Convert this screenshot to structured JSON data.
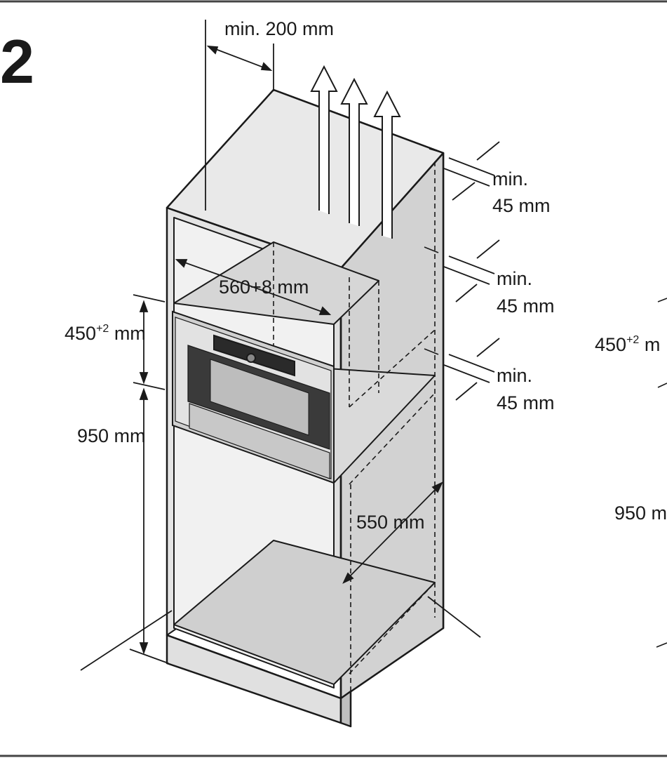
{
  "figure_number": "2",
  "labels": {
    "top_clearance": "min. 200 mm",
    "vent_gap_1_a": "min.",
    "vent_gap_1_b": "45 mm",
    "vent_gap_2_a": "min.",
    "vent_gap_2_b": "45 mm",
    "vent_gap_3_a": "min.",
    "vent_gap_3_b": "45 mm",
    "niche_width": "560+8 mm",
    "niche_height_base": "450",
    "niche_height_sup": "+2",
    "niche_height_unit": " mm",
    "floor_height": "950 mm",
    "depth": "550 mm",
    "right_partial_height_base": "450",
    "right_partial_height_sup": "+2",
    "right_partial_height_unit": " m",
    "right_partial_floor": "950 m"
  },
  "colors": {
    "line": "#1a1a1a",
    "panel_light": "#eeeeee",
    "panel_mid": "#dcdcdc",
    "panel_dark": "#c6c6c6",
    "appliance": "#d4d4d4",
    "appliance_dark": "#2a2a2a"
  }
}
